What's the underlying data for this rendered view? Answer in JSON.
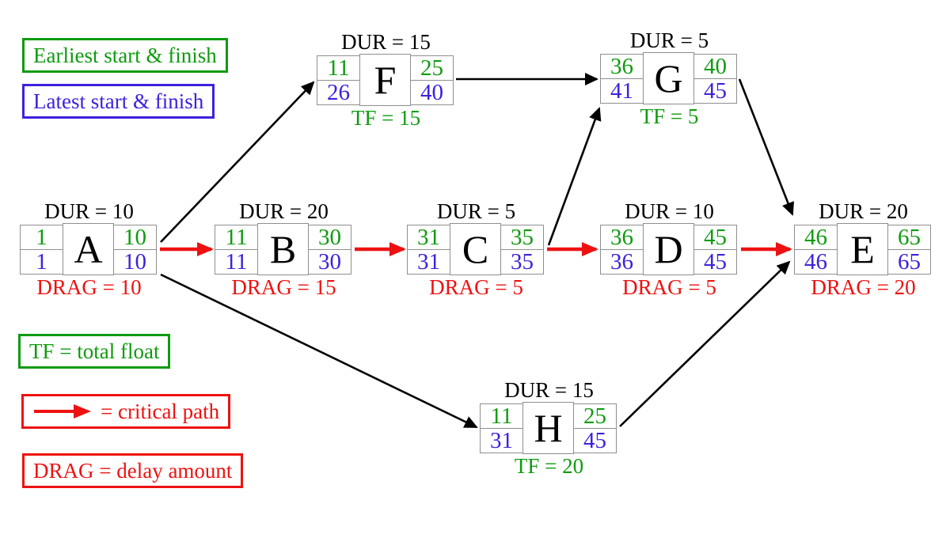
{
  "colors": {
    "green": "#0f9b0f",
    "blue": "#3c22dd",
    "red": "#ee1111",
    "black": "#000000",
    "box_border": "#8f8f8f"
  },
  "legend": {
    "earliest": "Earliest start & finish",
    "latest": "Latest start & finish",
    "total_float": "TF = total float",
    "critical_path": "= critical path",
    "drag": "DRAG = delay amount",
    "critical_arrow_icon": "red-arrow"
  },
  "nodes": [
    {
      "id": "F",
      "dur_label": "DUR = 15",
      "es": "11",
      "ef": "25",
      "ls": "26",
      "lf": "40",
      "foot": "TF = 15",
      "foot_type": "tf"
    },
    {
      "id": "G",
      "dur_label": "DUR = 5",
      "es": "36",
      "ef": "40",
      "ls": "41",
      "lf": "45",
      "foot": "TF = 5",
      "foot_type": "tf"
    },
    {
      "id": "A",
      "dur_label": "DUR = 10",
      "es": "1",
      "ef": "10",
      "ls": "1",
      "lf": "10",
      "foot": "DRAG = 10",
      "foot_type": "drag"
    },
    {
      "id": "B",
      "dur_label": "DUR = 20",
      "es": "11",
      "ef": "30",
      "ls": "11",
      "lf": "30",
      "foot": "DRAG = 15",
      "foot_type": "drag"
    },
    {
      "id": "C",
      "dur_label": "DUR = 5",
      "es": "31",
      "ef": "35",
      "ls": "31",
      "lf": "35",
      "foot": "DRAG = 5",
      "foot_type": "drag"
    },
    {
      "id": "D",
      "dur_label": "DUR = 10",
      "es": "36",
      "ef": "45",
      "ls": "36",
      "lf": "45",
      "foot": "DRAG = 5",
      "foot_type": "drag"
    },
    {
      "id": "E",
      "dur_label": "DUR = 20",
      "es": "46",
      "ef": "65",
      "ls": "46",
      "lf": "65",
      "foot": "DRAG = 20",
      "foot_type": "drag"
    },
    {
      "id": "H",
      "dur_label": "DUR = 15",
      "es": "11",
      "ef": "25",
      "ls": "31",
      "lf": "45",
      "foot": "TF = 20",
      "foot_type": "tf"
    }
  ],
  "edges": [
    {
      "from": "A",
      "to": "F",
      "critical": false
    },
    {
      "from": "A",
      "to": "B",
      "critical": true
    },
    {
      "from": "A",
      "to": "H",
      "critical": false
    },
    {
      "from": "B",
      "to": "C",
      "critical": true
    },
    {
      "from": "C",
      "to": "D",
      "critical": true
    },
    {
      "from": "C",
      "to": "G",
      "critical": false
    },
    {
      "from": "D",
      "to": "E",
      "critical": true
    },
    {
      "from": "F",
      "to": "G",
      "critical": false
    },
    {
      "from": "G",
      "to": "E",
      "critical": false
    },
    {
      "from": "H",
      "to": "E",
      "critical": false
    }
  ]
}
